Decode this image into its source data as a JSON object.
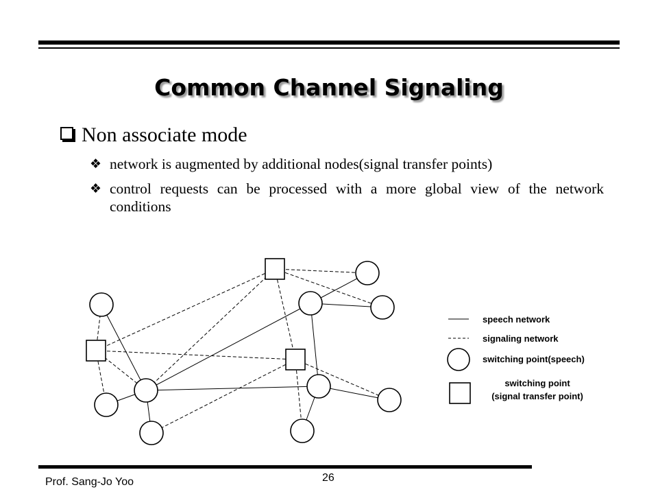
{
  "slide": {
    "title": "Common Channel Signaling",
    "bullet": "Non associate mode",
    "sub_bullets": [
      "network is augmented by additional nodes(signal transfer points)",
      "control requests can be processed with a more global view of the network conditions"
    ],
    "sub_bullet_glyph": "❖"
  },
  "legend": {
    "speech": "speech network",
    "signaling": "signaling network",
    "switching_speech": "switching point(speech)",
    "switching_stp_line1": "switching point",
    "switching_stp_line2": "(signal transfer point)"
  },
  "footer": {
    "author": "Prof. Sang-Jo Yoo",
    "page": "26"
  },
  "diagram": {
    "circles": [
      "c1",
      "c2",
      "c3",
      "c4",
      "c5",
      "c6",
      "c7",
      "c8",
      "c9",
      "c10"
    ],
    "stps": [
      "s1",
      "s2",
      "s3"
    ]
  }
}
